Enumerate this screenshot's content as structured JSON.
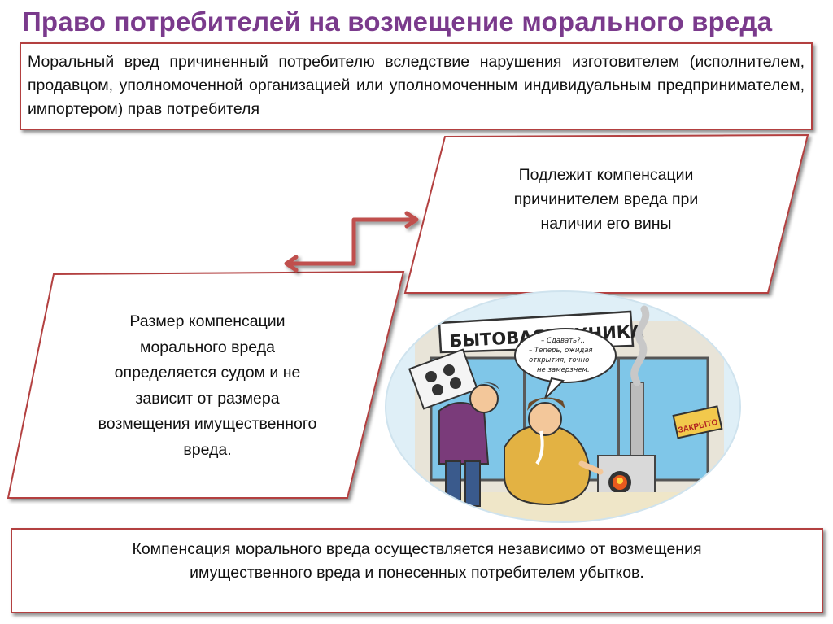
{
  "title": "Право потребителей на возмещение морального вреда",
  "top_box": {
    "text": "Моральный вред причиненный потребителю вследствие нарушения изготовителем (исполнителем, продавцом, уполномоченной организацией или уполномоченным индивидуальным предпринимателем, импортером) прав потребителя"
  },
  "right_box": {
    "lines": [
      "Подлежит компенсации",
      "причинителем вреда при",
      "наличии его вины"
    ]
  },
  "left_box": {
    "lines": [
      "Размер компенсации",
      "морального вреда",
      "определяется судом и не",
      "зависит от размера",
      "возмещения имущественного",
      "вреда."
    ]
  },
  "bottom_box": {
    "lines": [
      "Компенсация морального вреда осуществляется независимо от возмещения",
      "имущественного вреда и понесенных потребителем убытков."
    ]
  },
  "cartoon": {
    "sign": "БЫТОВАЯ ТЕХНИКА",
    "closed_sign": "ЗАКРЫТО",
    "speech": [
      "– Сдавать?..",
      "– Теперь, ожидая",
      "открытия, точно",
      "не замерзнем."
    ]
  },
  "colors": {
    "title": "#7a3a8c",
    "border": "#b34040",
    "arrow": "#c0504d"
  }
}
